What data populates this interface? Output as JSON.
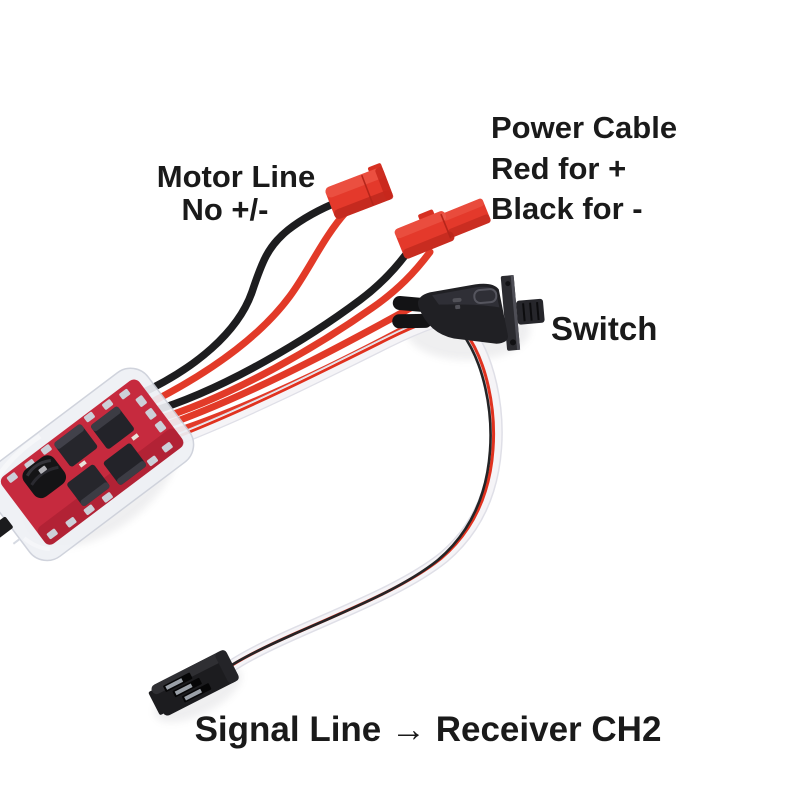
{
  "background": "#ffffff",
  "labels": {
    "motor": {
      "line1": "Motor Line",
      "line2": "No +/-"
    },
    "power": {
      "line1": "Power Cable",
      "line2": "Red for +",
      "line3": "Black for -"
    },
    "switch": "Switch",
    "signal": "Signal Line → Receiver CH2"
  },
  "colors": {
    "text": "#1a1a1a",
    "wire_red": "#e23a28",
    "wire_black": "#1d1d1f",
    "ribbon_white": "#f5f4f7",
    "ribbon_red_stripe": "#e0321f",
    "ribbon_black_stripe": "#242426",
    "jst_red": "#e4392b",
    "pcb_red": "#c62a3e",
    "plastic_black": "#202024",
    "film_clear": "#eef0f5",
    "pad_silver": "#ccd0d8",
    "pin_metal": "#9aa0a8"
  },
  "components": {
    "esc": "brushed-esc-board",
    "motor_connector": "jst-female-connector",
    "power_connector": "jst-male-connector",
    "switch": "inline-power-switch",
    "servo_plug": "servo-signal-connector"
  }
}
